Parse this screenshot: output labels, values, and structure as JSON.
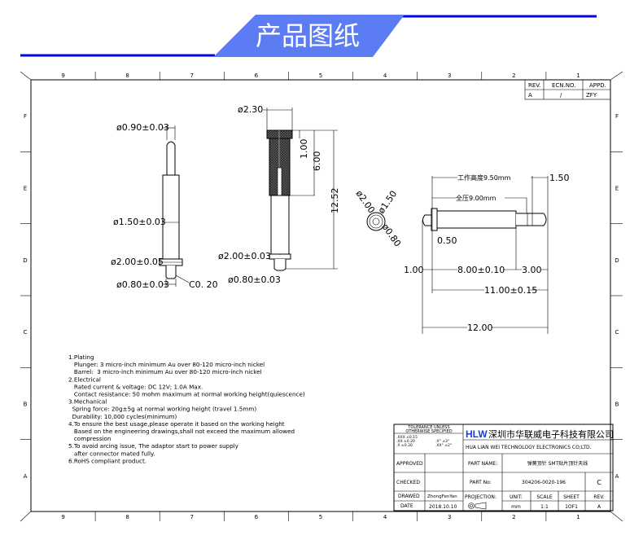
{
  "header": {
    "title": "产品图纸",
    "accent_color": "#5b7cf2",
    "line_color": "#0000ee"
  },
  "frame": {
    "columns": [
      "9",
      "8",
      "7",
      "6",
      "5",
      "4",
      "3",
      "2",
      "1"
    ],
    "rows": [
      "F",
      "E",
      "D",
      "C",
      "B",
      "A"
    ]
  },
  "revision_block": {
    "headers": [
      "REV.",
      "ECN.NO.",
      "APPD."
    ],
    "values": [
      "A",
      "/",
      "ZFY"
    ]
  },
  "views": {
    "plunger": {
      "tip_dia": "ø0.90±0.03",
      "body_dia": "ø1.50±0.03",
      "flange_dia": "ø2.00±0.05",
      "stub_dia": "ø0.80±0.03",
      "chamfer": "C0. 20"
    },
    "barrel": {
      "cap_dia": "ø2.30",
      "cap_h": "1.00",
      "barrel_h": "6.00",
      "total_h": "12.52",
      "flange_dia": "ø2.00±0.03",
      "stub_dia": "ø0.80±0.03"
    },
    "end_view": {
      "d1": "ø2.00",
      "d2": "ø1.50",
      "d3": "ø0.80"
    },
    "side_view": {
      "working_height": "工作高度9.50mm",
      "full_compress": "全压9.00mm",
      "travel": "1.50",
      "flange_t": "0.50",
      "stub": "1.00",
      "body": "8.00±0.10",
      "plunger": "3.00",
      "length": "11.00±0.15",
      "total": "12.00"
    }
  },
  "notes": [
    "1.Plating",
    "   Plunger: 3 micro-inch minimum Au over 80-120 micro-inch nickel",
    "   Barrel:  3 micro-inch minimum Au over 80-120 micro-inch nickel",
    "2.Electrical",
    "   Rated current & voltage: DC 12V; 1.0A Max.",
    "   Contact resistance: 50 mohm maximum at normal working height(quiescence)",
    "3.Mechanical",
    "  Spring force: 20g±5g at normal working height (travel 1.5mm)",
    "  Durability: 10,000 cycles(minimum)",
    "4.To ensure the best usage,please operate it based on the working height",
    "   Based on the engineering drawings,shall not exceed the maximum allowed",
    "   compression",
    "5.To avoid arcing issue, The adaptor start to power supply",
    "   after connector mated fully.",
    "6.RoHS compliant product."
  ],
  "title_block": {
    "tolerance_title": "TOLERANCE UNLESS",
    "tolerance_title2": "OTHERWISE SPECIFIED",
    "tol_lines": [
      ".XXX ±0.15",
      ".XX  ±0.20",
      ".X   ±0.30"
    ],
    "ang_lines": [
      ".X°  ±3°",
      ".XX° ±2°"
    ],
    "logo": "HLW",
    "company_cn": "深圳市华联威电子科技有限公司",
    "company_en": "HUA LIAN WEI TECHNOLOGY ELECTRONICS CO;LTD.",
    "approved": "APPROVED",
    "checked": "CHECKED",
    "drawed": "DRAWED",
    "drawer": "ZhongFenYan",
    "date_label": "DATE",
    "date": "2018.10.10",
    "part_name_label": "PART NAME:",
    "part_name": "弹簧顶针 SMT贴片顶针天线",
    "part_no_label": "PART No:",
    "part_no": "304206-0020-196",
    "rev_value_top": "C",
    "projection": "PROJECTION:",
    "unit_label": "UNIT:",
    "unit": "mm",
    "scale_label": "SCALE",
    "scale": "1:1",
    "sheet_label": "SHEET",
    "sheet": "1OF1",
    "rev_label": "REV.",
    "rev": "A"
  }
}
